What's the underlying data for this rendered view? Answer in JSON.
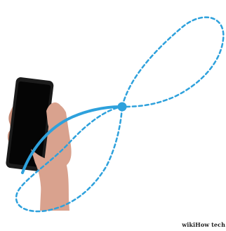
{
  "colors": {
    "background": "#ffffff",
    "motion_path": "#2ea1dc",
    "phone_body": "#1b1b1b",
    "phone_screen": "#050505",
    "skin": "#d9a28e",
    "skin_shadow": "#c48a75"
  },
  "illustration": {
    "subject": "hand-holding-phone",
    "gesture": "figure-eight-motion",
    "icons": [
      "phone-icon",
      "hand-icon",
      "figure-eight-path"
    ]
  },
  "watermark": {
    "text": "wikiHow tech"
  }
}
